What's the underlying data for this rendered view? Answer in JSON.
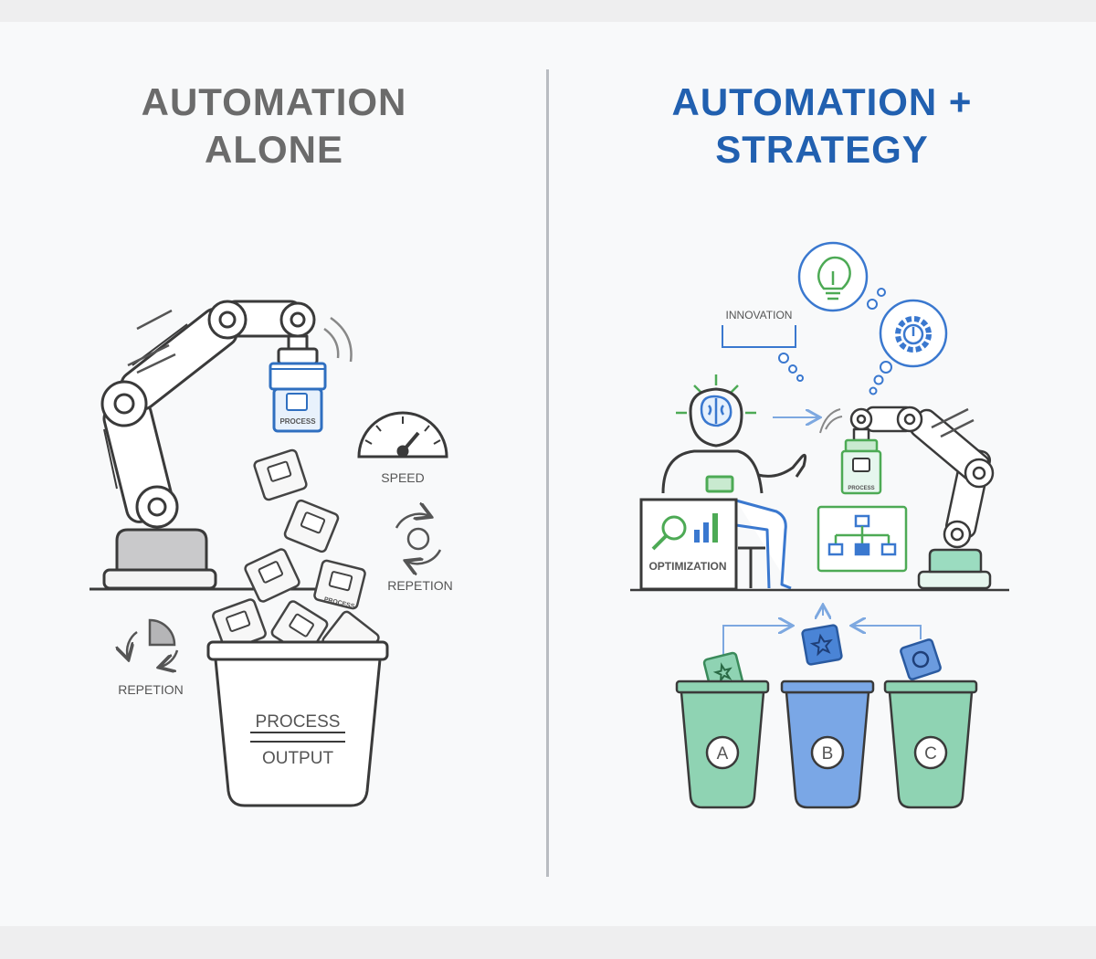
{
  "left_panel": {
    "title_line1": "AUTOMATION",
    "title_line2": "ALONE",
    "gripper_box_label": "PROCESS",
    "falling_box_label": "PROCESS",
    "speed_label": "SPEED",
    "repetition_label_right": "REPETION",
    "repetition_label_left": "REPETION",
    "bin_label_top": "PROCESS",
    "bin_label_bottom": "OUTPUT"
  },
  "right_panel": {
    "title_line1": "AUTOMATION +",
    "title_line2": "STRATEGY",
    "innovation_label": "INNOVATION",
    "optimization_label": "OPTIMIZATION",
    "gripper_box_label": "PROCESS",
    "bins": [
      "A",
      "B",
      "C"
    ]
  },
  "colors": {
    "left_title": "#6b6b6b",
    "right_title": "#2160b0",
    "green": "#58b96a",
    "blue": "#4a84d6",
    "teal_green": "#8fd3b3"
  },
  "icons": [
    "robot-arm-icon",
    "speedometer-icon",
    "cycle-arrows-icon",
    "lightbulb-icon",
    "gear-icon",
    "brain-icon",
    "magnifier-icon",
    "flowchart-icon",
    "star-icon"
  ]
}
